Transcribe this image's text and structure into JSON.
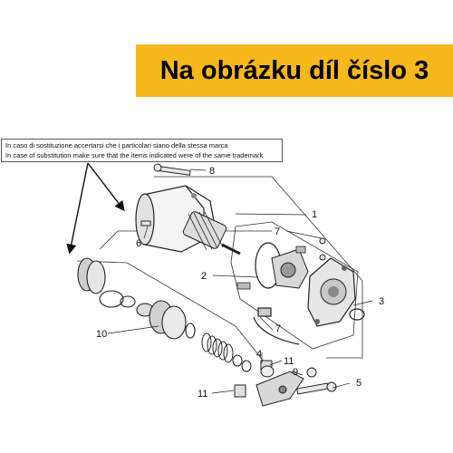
{
  "banner": {
    "text": "Na obrázku díl číslo 3",
    "color": "#f7b81c"
  },
  "note": {
    "line1": "In caso di sostituzione accertarsi che i particolari siano della stessa marca",
    "line2": "In case of substitution make sure that the items indicated were of the same trademark"
  },
  "callouts": [
    "1",
    "2",
    "3",
    "4",
    "5",
    "6",
    "7",
    "7",
    "8",
    "9",
    "10",
    "11",
    "11"
  ]
}
